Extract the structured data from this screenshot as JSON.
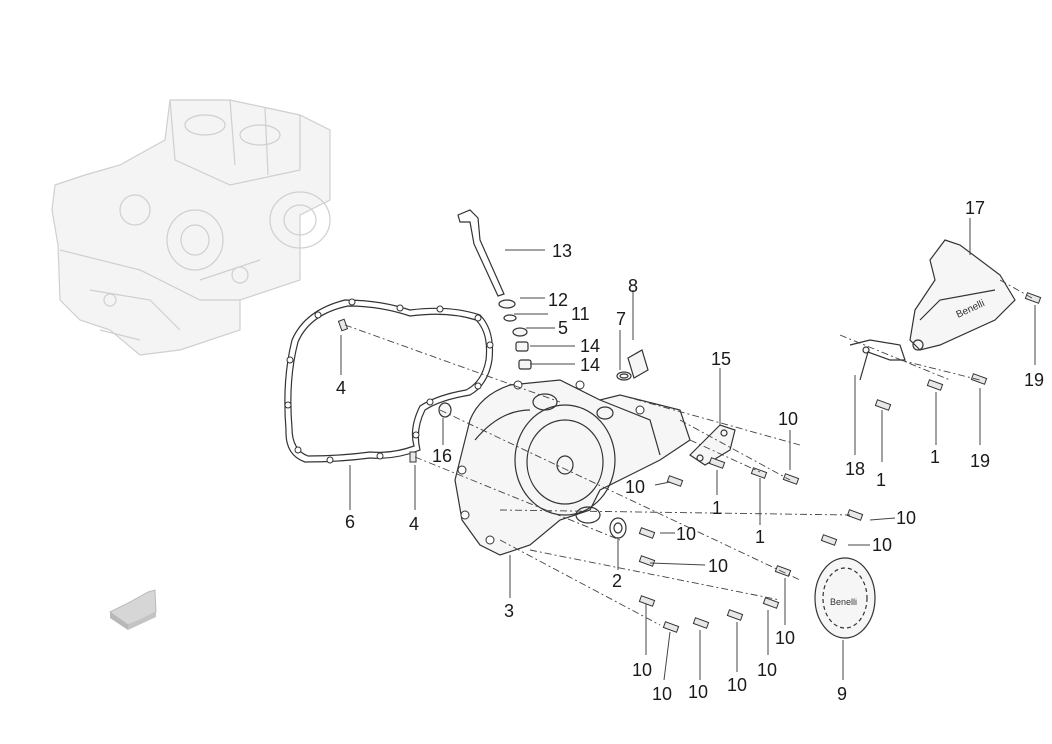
{
  "diagram": {
    "part_labels": [
      {
        "id": "lbl-17",
        "text": "17"
      },
      {
        "id": "lbl-13",
        "text": "13"
      },
      {
        "id": "lbl-8",
        "text": "8"
      },
      {
        "id": "lbl-12",
        "text": "12"
      },
      {
        "id": "lbl-11",
        "text": "11"
      },
      {
        "id": "lbl-5",
        "text": "5"
      },
      {
        "id": "lbl-7",
        "text": "7"
      },
      {
        "id": "lbl-14a",
        "text": "14"
      },
      {
        "id": "lbl-14b",
        "text": "14"
      },
      {
        "id": "lbl-15",
        "text": "15"
      },
      {
        "id": "lbl-19a",
        "text": "19"
      },
      {
        "id": "lbl-4a",
        "text": "4"
      },
      {
        "id": "lbl-10a",
        "text": "10"
      },
      {
        "id": "lbl-1a",
        "text": "1"
      },
      {
        "id": "lbl-19b",
        "text": "19"
      },
      {
        "id": "lbl-16",
        "text": "16"
      },
      {
        "id": "lbl-18",
        "text": "18"
      },
      {
        "id": "lbl-1b",
        "text": "1"
      },
      {
        "id": "lbl-10b",
        "text": "10"
      },
      {
        "id": "lbl-1c",
        "text": "1"
      },
      {
        "id": "lbl-10c",
        "text": "10"
      },
      {
        "id": "lbl-6",
        "text": "6"
      },
      {
        "id": "lbl-4b",
        "text": "4"
      },
      {
        "id": "lbl-10d",
        "text": "10"
      },
      {
        "id": "lbl-1d",
        "text": "1"
      },
      {
        "id": "lbl-10e",
        "text": "10"
      },
      {
        "id": "lbl-10f",
        "text": "10"
      },
      {
        "id": "lbl-2",
        "text": "2"
      },
      {
        "id": "lbl-3",
        "text": "3"
      },
      {
        "id": "lbl-10g",
        "text": "10"
      },
      {
        "id": "lbl-10h",
        "text": "10"
      },
      {
        "id": "lbl-10i",
        "text": "10"
      },
      {
        "id": "lbl-10j",
        "text": "10"
      },
      {
        "id": "lbl-10k",
        "text": "10"
      },
      {
        "id": "lbl-10l",
        "text": "10"
      },
      {
        "id": "lbl-9",
        "text": "9"
      }
    ],
    "cover_logo_text": "Benelli",
    "sprocket_logo_text": "Benelli"
  },
  "colors": {
    "line": "#333333",
    "ghost": "#cfcfcf",
    "arrow": "#cccccc"
  },
  "icons": {
    "orientation": "arrow-icon"
  }
}
